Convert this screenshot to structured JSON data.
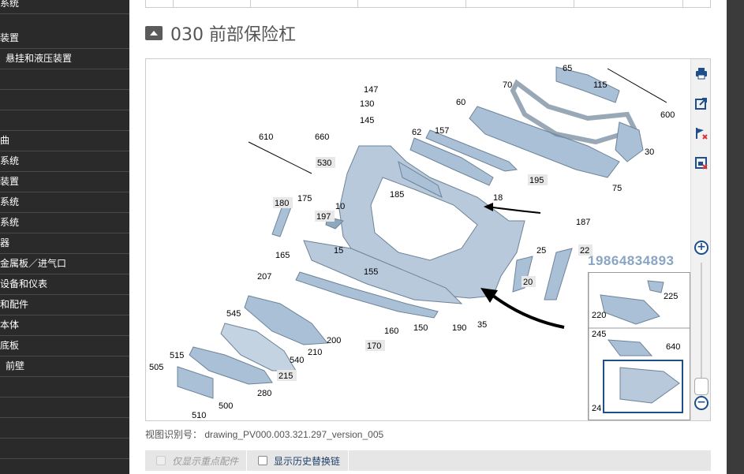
{
  "sidebar": {
    "items": [
      {
        "label": "系统"
      },
      {
        "label": "装置"
      },
      {
        "label": "悬挂和液压装置"
      },
      {
        "label": ""
      },
      {
        "label": ""
      },
      {
        "label": ""
      },
      {
        "label": "曲"
      },
      {
        "label": "系统"
      },
      {
        "label": "装置"
      },
      {
        "label": "系统"
      },
      {
        "label": "系统"
      },
      {
        "label": "器"
      },
      {
        "label": "金属板／进气口"
      },
      {
        "label": "设备和仪表"
      },
      {
        "label": "和配件"
      },
      {
        "label": "本体"
      },
      {
        "label": "底板"
      },
      {
        "label": "前壁"
      },
      {
        "label": ""
      },
      {
        "label": ""
      },
      {
        "label": ""
      },
      {
        "label": ""
      },
      {
        "label": ""
      }
    ]
  },
  "section": {
    "title": "030 前部保险杠"
  },
  "diagram": {
    "watermark": "19864834893",
    "callouts": [
      {
        "n": "147",
        "boxed": false
      },
      {
        "n": "130",
        "boxed": false
      },
      {
        "n": "145",
        "boxed": false
      },
      {
        "n": "60",
        "boxed": false
      },
      {
        "n": "70",
        "boxed": false
      },
      {
        "n": "65",
        "boxed": false
      },
      {
        "n": "115",
        "boxed": false
      },
      {
        "n": "600",
        "boxed": false
      },
      {
        "n": "610",
        "boxed": false
      },
      {
        "n": "660",
        "boxed": false
      },
      {
        "n": "62",
        "boxed": false
      },
      {
        "n": "157",
        "boxed": false
      },
      {
        "n": "30",
        "boxed": false
      },
      {
        "n": "530",
        "boxed": true
      },
      {
        "n": "195",
        "boxed": true
      },
      {
        "n": "75",
        "boxed": false
      },
      {
        "n": "185",
        "boxed": false
      },
      {
        "n": "18",
        "boxed": false
      },
      {
        "n": "180",
        "boxed": true
      },
      {
        "n": "175",
        "boxed": false
      },
      {
        "n": "197",
        "boxed": true
      },
      {
        "n": "10",
        "boxed": false
      },
      {
        "n": "187",
        "boxed": false
      },
      {
        "n": "25",
        "boxed": false
      },
      {
        "n": "22",
        "boxed": true
      },
      {
        "n": "165",
        "boxed": false
      },
      {
        "n": "15",
        "boxed": false
      },
      {
        "n": "155",
        "boxed": false
      },
      {
        "n": "207",
        "boxed": false
      },
      {
        "n": "20",
        "boxed": true
      },
      {
        "n": "545",
        "boxed": false
      },
      {
        "n": "160",
        "boxed": false
      },
      {
        "n": "150",
        "boxed": false
      },
      {
        "n": "190",
        "boxed": false
      },
      {
        "n": "35",
        "boxed": false
      },
      {
        "n": "210",
        "boxed": false
      },
      {
        "n": "200",
        "boxed": false
      },
      {
        "n": "170",
        "boxed": true
      },
      {
        "n": "515",
        "boxed": false
      },
      {
        "n": "540",
        "boxed": false
      },
      {
        "n": "505",
        "boxed": false
      },
      {
        "n": "215",
        "boxed": true
      },
      {
        "n": "280",
        "boxed": false
      },
      {
        "n": "500",
        "boxed": false
      },
      {
        "n": "510",
        "boxed": false
      }
    ],
    "overview_callouts": [
      {
        "n": "225"
      },
      {
        "n": "220"
      },
      {
        "n": "245"
      },
      {
        "n": "640"
      },
      {
        "n": "24"
      }
    ],
    "part_color": "#a9c0d6"
  },
  "toolbar": {
    "icons": [
      "print-icon",
      "open-external-icon",
      "flag-remove-icon",
      "hide-overlay-icon"
    ],
    "zoom_in": "+",
    "zoom_out": "−"
  },
  "drawing_id": "视图识别号：  drawing_PV000.003.321.297_version_005",
  "footer": {
    "option1": "仅显示重点配件",
    "option2": "显示历史替换链"
  }
}
